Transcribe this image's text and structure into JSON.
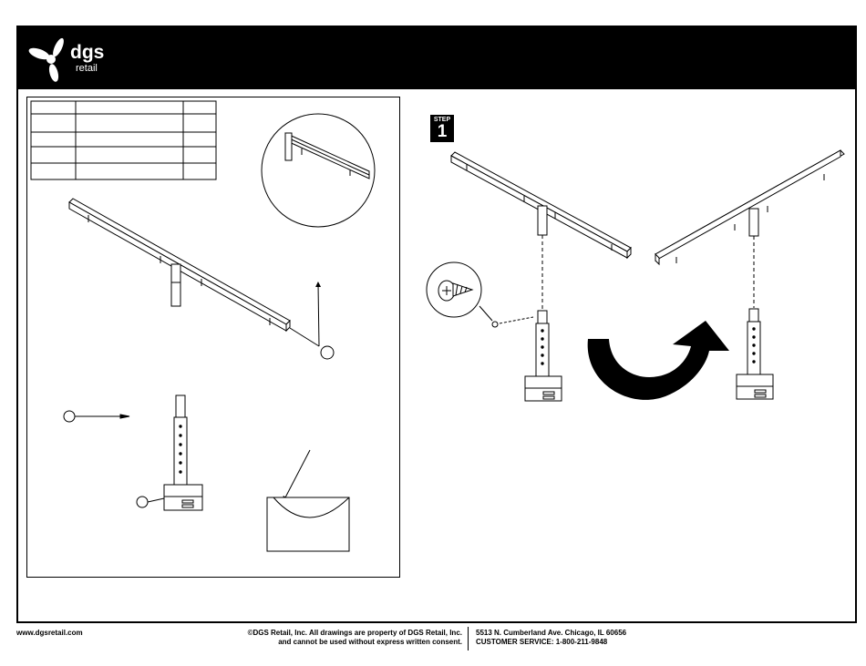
{
  "brand": {
    "logo_word": "dgs",
    "logo_sub": "retail",
    "accent_color": "#000000",
    "logo_icon": "propeller-logo-icon"
  },
  "step": {
    "label": "STEP",
    "number": "1"
  },
  "footer": {
    "website": "www.dgsretail.com",
    "copyright_line1": "©DGS Retail, Inc. All drawings are property of DGS Retail, Inc.",
    "copyright_line2": "and cannot be used without express written consent.",
    "address": "5513 N. Cumberland Ave. Chicago, IL  60656",
    "customer_service": "CUSTOMER SERVICE: 1-800-211-9848"
  }
}
